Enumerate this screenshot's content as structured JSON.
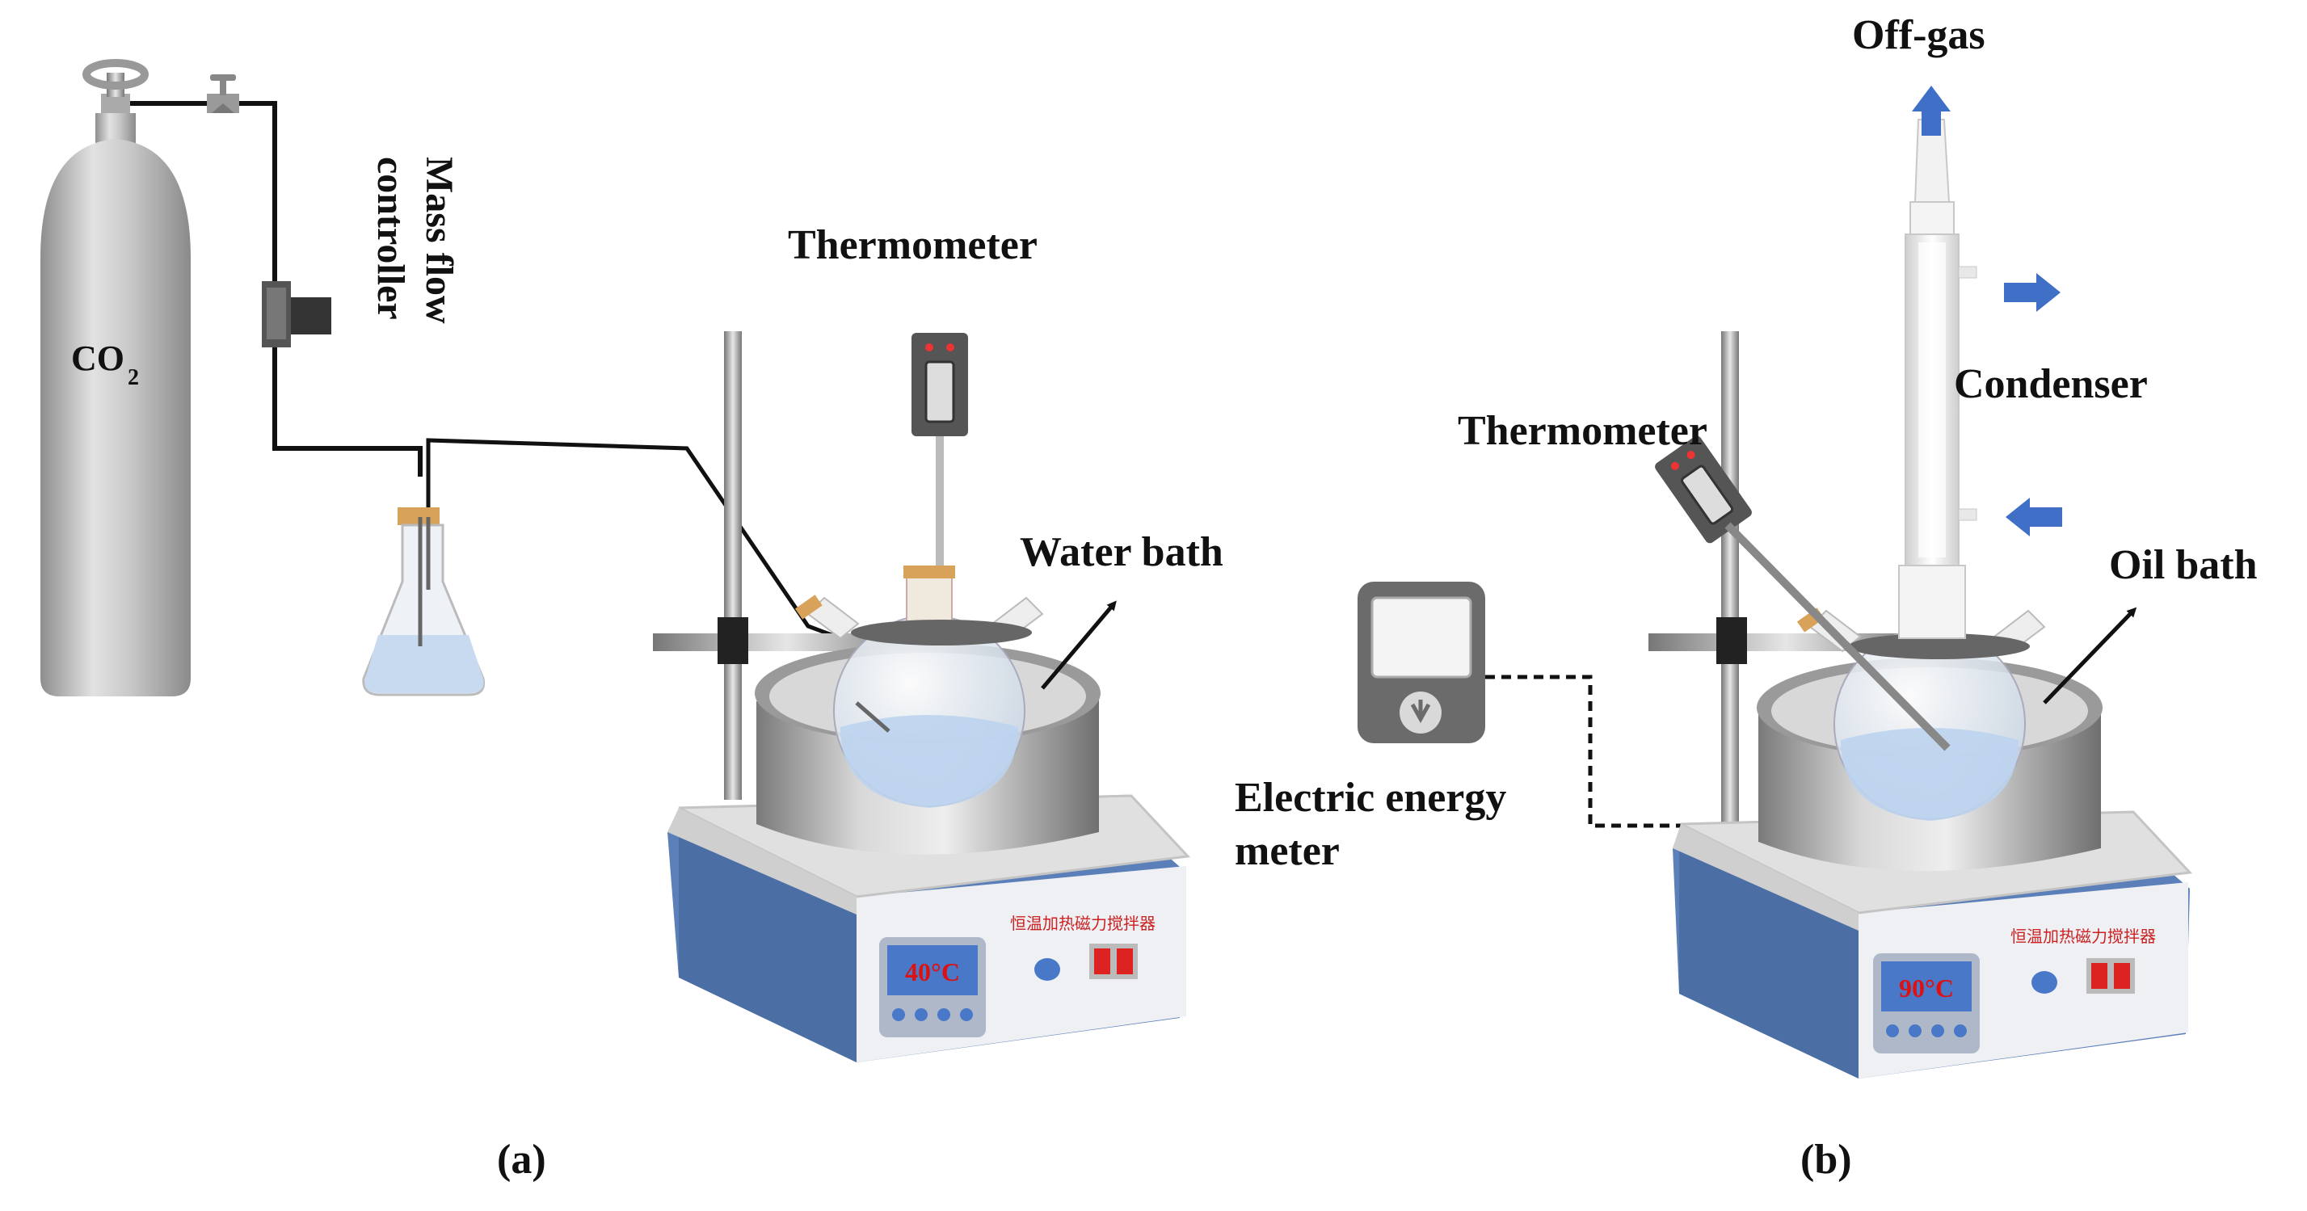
{
  "panel_a": {
    "caption": "(a)",
    "cylinder_label": "CO",
    "cylinder_subscript": "2",
    "mfc_label_line1": "Mass flow",
    "mfc_label_line2": "controller",
    "thermometer_label": "Thermometer",
    "bath_label": "Water bath",
    "display_temp": "40°C",
    "panel_text": "恒温加热磁力搅拌器"
  },
  "panel_b": {
    "caption": "(b)",
    "offgas_label": "Off-gas",
    "condenser_label": "Condenser",
    "thermometer_label": "Thermometer",
    "bath_label": "Oil bath",
    "meter_label_line1": "Electric energy",
    "meter_label_line2": "meter",
    "display_temp": "90°C",
    "panel_text": "恒温加热磁力搅拌器"
  },
  "colors": {
    "hotplate_blue": "#5b7fb8",
    "display_blue": "#4a78c8",
    "water": "#bcd3ee",
    "arrow_blue": "#3f6fc6"
  }
}
